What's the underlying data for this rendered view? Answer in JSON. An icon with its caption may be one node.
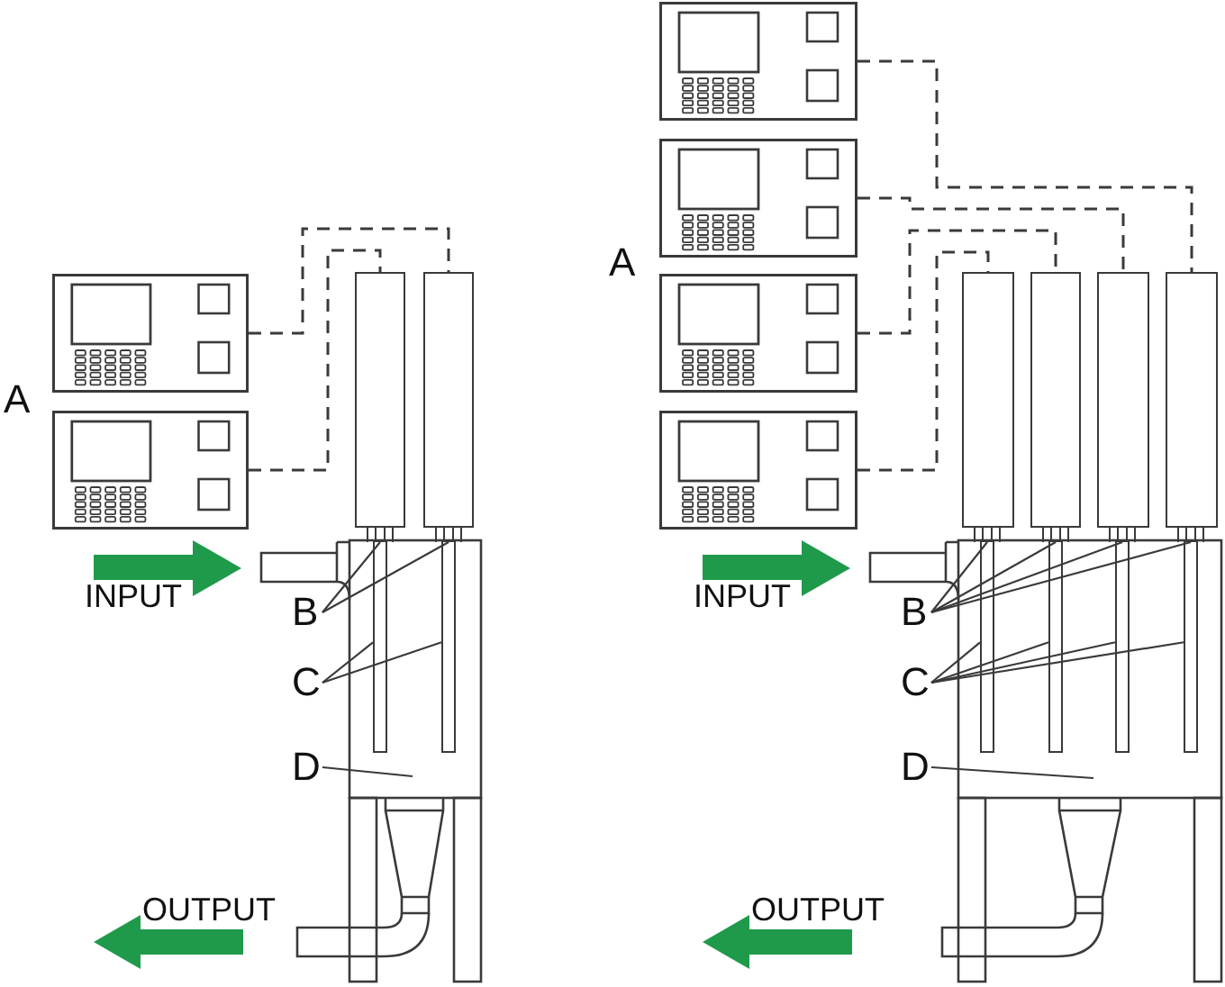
{
  "diagram": {
    "nodes": [
      {
        "text": [],
        "shape": "picture"
      },
      {
        "text": [],
        "shape": "picture"
      },
      {
        "text": [],
        "shape": "box"
      },
      {
        "text": [],
        "shape": "box"
      },
      {
        "text": [],
        "shape": "picture"
      },
      {
        "text": [],
        "shape": "picture"
      },
      {
        "text": [],
        "shape": "bar"
      },
      {
        "text": [],
        "shape": "bar"
      },
      {
        "text": [
          "B"
        ]
      },
      {
        "text": [
          "C"
        ]
      },
      {
        "text": [
          "D"
        ]
      },
      {
        "text": [],
        "shape": "picture"
      },
      {
        "text": [],
        "shape": "picture"
      },
      {
        "text": [],
        "shape": "picture"
      },
      {
        "text": [],
        "shape": "picture"
      },
      {
        "text": [],
        "shape": "box"
      },
      {
        "text": [],
        "shape": "box"
      },
      {
        "text": [],
        "shape": "box"
      },
      {
        "text": [],
        "shape": "box"
      },
      {
        "text": [],
        "shape": "picture"
      },
      {
        "text": [],
        "shape": "picture"
      },
      {
        "text": [],
        "shape": "picture"
      },
      {
        "text": [],
        "shape": "picture"
      },
      {
        "text": [],
        "shape": "bar"
      },
      {
        "text": [],
        "shape": "bar"
      },
      {
        "text": [],
        "shape": "bar"
      },
      {
        "text": [],
        "shape": "bar"
      },
      {
        "text": [
          "B"
        ]
      },
      {
        "text": [
          "C"
        ]
      },
      {
        "text": [
          "D"
        ]
      }
    ],
    "edges": [
      {
        "from": 0,
        "to": 3,
        "arrow": "none",
        "style": "dashed"
      },
      {
        "from": 1,
        "to": 2,
        "arrow": "none",
        "style": "dashed"
      },
      {
        "from": 8,
        "to": 4,
        "arrow": "none"
      },
      {
        "from": 8,
        "to": 5,
        "arrow": "none"
      },
      {
        "from": 9,
        "to": 6,
        "arrow": "none"
      },
      {
        "from": 9,
        "to": 7,
        "arrow": "none"
      },
      {
        "from": 10,
        "to": null,
        "arrow": "none"
      },
      {
        "from": 11,
        "to": 18,
        "arrow": "none",
        "style": "dashed"
      },
      {
        "from": 12,
        "to": 17,
        "arrow": "none",
        "style": "dashed"
      },
      {
        "from": 13,
        "to": 16,
        "arrow": "none",
        "style": "dashed"
      },
      {
        "from": 14,
        "to": 15,
        "arrow": "none",
        "style": "dashed"
      },
      {
        "from": 27,
        "to": 19,
        "arrow": "none"
      },
      {
        "from": 27,
        "to": 20,
        "arrow": "none"
      },
      {
        "from": 27,
        "to": 21,
        "arrow": "none"
      },
      {
        "from": 27,
        "to": 22,
        "arrow": "none"
      },
      {
        "from": 28,
        "to": 23,
        "arrow": "none"
      },
      {
        "from": 28,
        "to": 24,
        "arrow": "none"
      },
      {
        "from": 28,
        "to": 25,
        "arrow": "none"
      },
      {
        "from": 28,
        "to": 26,
        "arrow": "none"
      },
      {
        "from": 29,
        "to": null,
        "arrow": "none"
      }
    ],
    "labels": [
      "A",
      "INPUT",
      "OUTPUT",
      "A",
      "INPUT",
      "OUTPUT"
    ]
  }
}
